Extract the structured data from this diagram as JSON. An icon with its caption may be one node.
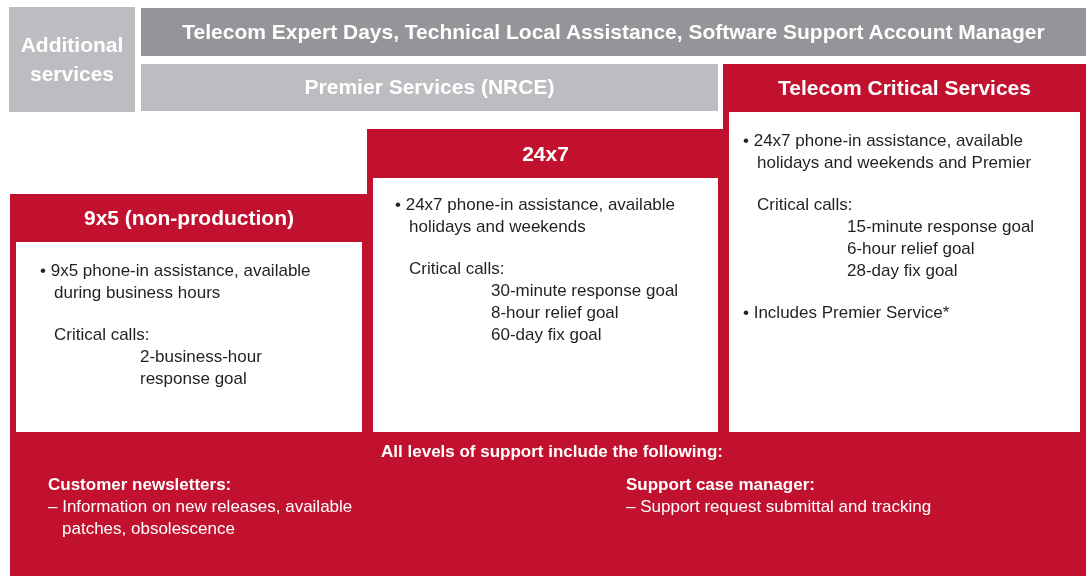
{
  "diagram": {
    "nodes": [
      {
        "text": [
          "Additional services"
        ]
      },
      {
        "text": [
          "Telecom Expert Days, Technical Local Assistance, Software Support Account Manager"
        ]
      },
      {
        "text": [
          "Premier Services (NRCE)"
        ]
      },
      {
        "text": [
          "Telecom Critical Services",
          "• 24x7 phone-in assistance, available holidays and weekends and Premier",
          "Critical calls:",
          "15-minute response goal",
          "6-hour relief goal",
          "28-day fix goal",
          "• Includes Premier Service*"
        ]
      },
      {
        "text": [
          "24x7",
          "• 24x7 phone-in assistance, available holidays and weekends",
          "Critical calls:",
          "30-minute response goal",
          "8-hour relief goal",
          "60-day fix goal"
        ]
      },
      {
        "text": [
          "9x5 (non-production)",
          "• 9x5 phone-in assistance, available during business hours",
          "Critical calls:",
          "2-business-hour response goal"
        ]
      },
      {
        "text": [
          "All levels of support include the following:",
          "Customer newsletters:",
          "– Information on new releases, available patches, obsolescence",
          "Support case manager:",
          "– Support request submittal and tracking"
        ]
      }
    ]
  }
}
